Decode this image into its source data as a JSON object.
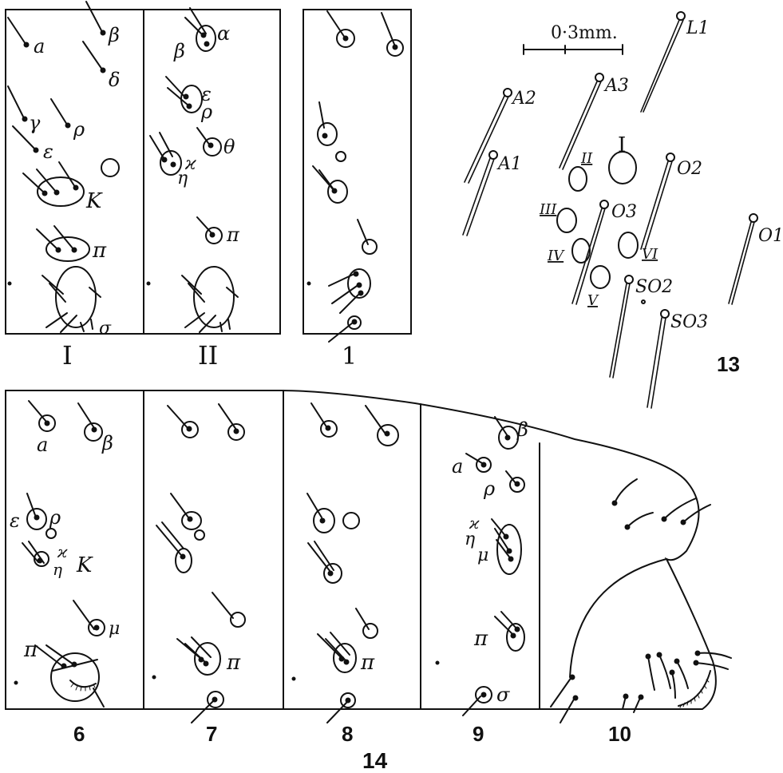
{
  "figure13": {
    "number": "13",
    "scale_label": "0·3mm.",
    "panel_I": {
      "label": "I",
      "setae": [
        "a",
        "β",
        "δ",
        "γ",
        "ρ",
        "ε",
        "K",
        "π",
        "σ"
      ]
    },
    "panel_II": {
      "label": "II",
      "setae": [
        "α",
        "β",
        "ε",
        "ρ",
        "θ",
        "ϰ",
        "η",
        "π"
      ]
    },
    "panel_1": {
      "label": "1"
    },
    "head": {
      "setae": [
        "L1",
        "A2",
        "A3",
        "A1",
        "O2",
        "O3",
        "O1",
        "SO2",
        "SO3"
      ],
      "stemmata": [
        "I",
        "II",
        "III",
        "IV",
        "V",
        "VI"
      ]
    }
  },
  "figure14": {
    "number": "14",
    "segments": [
      "6",
      "7",
      "8",
      "9",
      "10"
    ],
    "segment6_setae": [
      "a",
      "β",
      "ε",
      "ρ",
      "ϰ",
      "η",
      "K",
      "μ",
      "π"
    ],
    "segment7_setae": [
      "π"
    ],
    "segment8_setae": [
      "π"
    ],
    "segment9_setae": [
      "β",
      "a",
      "ρ",
      "ϰ",
      "η",
      "μ",
      "π",
      "σ"
    ]
  }
}
